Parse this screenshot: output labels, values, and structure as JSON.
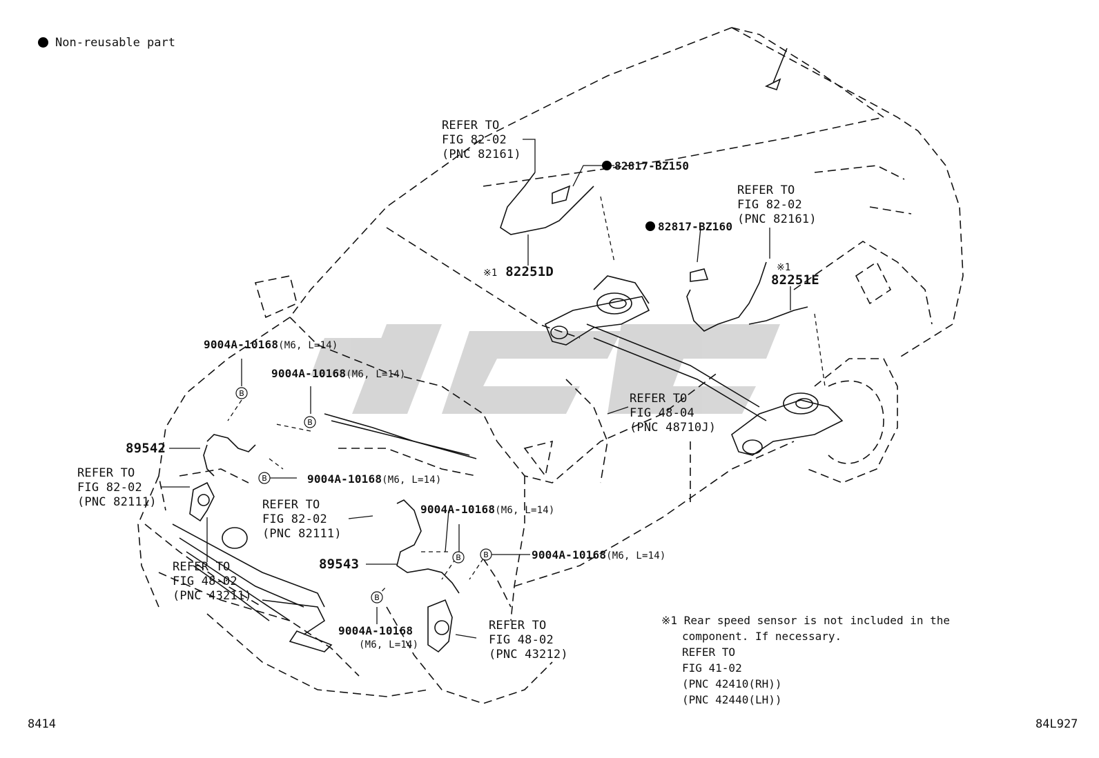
{
  "legend": {
    "marker_icon": "filled-circle-icon",
    "text": "Non-reusable part"
  },
  "figure_code_left": "8414",
  "figure_code_right": "84L927",
  "parts": {
    "p82251d": {
      "prefix": "※1",
      "number": "82251D"
    },
    "p82251e": {
      "prefix": "※1",
      "number": "82251E"
    },
    "p82817_bz150": {
      "number": "82817-BZ150",
      "non_reusable": true
    },
    "p82817_bz160": {
      "number": "82817-BZ160",
      "non_reusable": true
    },
    "p89542": {
      "number": "89542"
    },
    "p89543": {
      "number": "89543"
    }
  },
  "bolt": {
    "number": "9004A-10168",
    "spec": "(M6, L=14)",
    "spec_l1": "(M6,",
    "spec_l2": "L=14)",
    "marker": "B"
  },
  "refs": {
    "top_center": [
      "REFER TO",
      "FIG 82-02",
      "(PNC 82161)"
    ],
    "top_right": [
      "REFER TO",
      "FIG 82-02",
      "(PNC 82161)"
    ],
    "axle": [
      "REFER TO",
      "FIG 48-04",
      "(PNC 48710J)"
    ],
    "left_sensor": [
      "REFER TO",
      "FIG 82-02",
      "(PNC 82111)"
    ],
    "mid_sensor": [
      "REFER TO",
      "FIG 82-02",
      "(PNC 82111)"
    ],
    "left_knuckle": [
      "REFER TO",
      "FIG 48-02",
      "(PNC 43211)"
    ],
    "right_knuckle": [
      "REFER TO",
      "FIG 48-02",
      "(PNC 43212)"
    ]
  },
  "footnote": {
    "mark": "※1",
    "line1": "Rear speed sensor is not included in the",
    "line2": "component. If necessary.",
    "ref": [
      "REFER TO",
      "FIG 41-02",
      "(PNC 42410(RH))",
      "(PNC 42440(LH))"
    ]
  }
}
